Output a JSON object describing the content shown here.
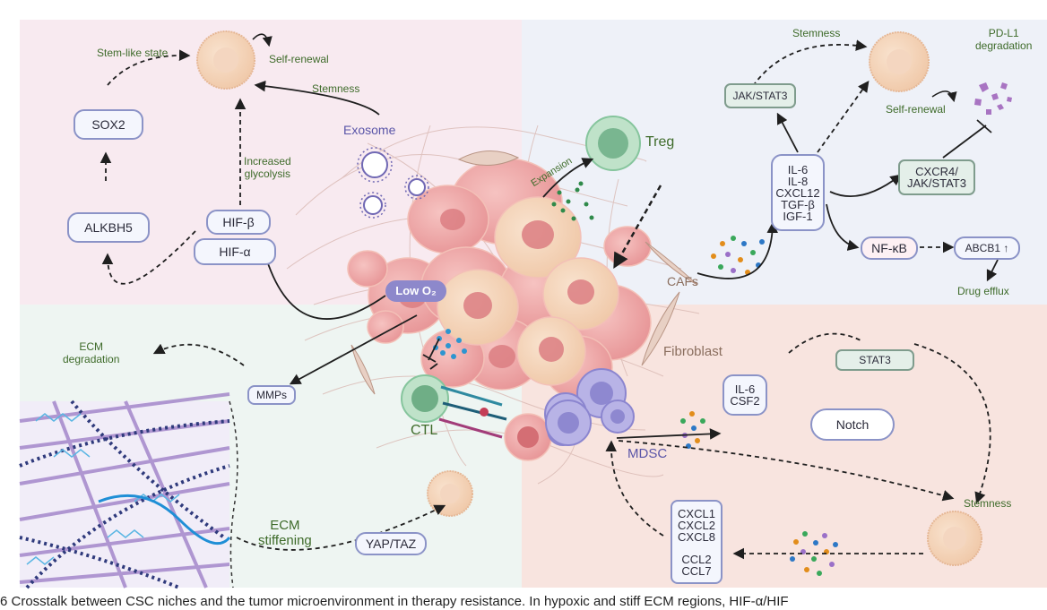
{
  "colors": {
    "region_top_left": "#f8eaf0",
    "region_top_right": "#eef1f8",
    "region_bottom_left": "#eef5f2",
    "region_bottom_right": "#f8e4df",
    "box_border": "#8b93c7",
    "label_green": "#3e6b2a",
    "cell_tan": "#f4d0b4",
    "cell_pink": "#eba2a3",
    "treg_green": "#86c59d",
    "mdsc_purple": "#9b95d8"
  },
  "diagram": {
    "top_left": {
      "stem_like_state": "Stem-like state",
      "self_renewal": "Self-renewal",
      "stemness": "Stemness",
      "sox2": "SOX2",
      "alkbh5": "ALKBH5",
      "exosome": "Exosome",
      "increased": "Increased",
      "glycolysis": "glycolysis",
      "hif_beta": "HIF-β",
      "hif_alpha": "HIF-α",
      "low_o2": "Low O₂"
    },
    "top_right": {
      "stemness": "Stemness",
      "pdl1_line1": "PD-L1",
      "pdl1_line2": "degradation",
      "jak_stat3": "JAK/STAT3",
      "self_renewal": "Self-renewal",
      "treg": "Treg",
      "expansion": "Expansion",
      "cytokines": [
        "IL-6",
        "IL-8",
        "CXCL12",
        "TGF-β",
        "IGF-1"
      ],
      "cxcr4_line1": "CXCR4/",
      "cxcr4_line2": "JAK/STAT3",
      "nfkb": "NF-κB",
      "abcb1": "ABCB1 ↑",
      "drug_efflux": "Drug efflux",
      "cafs": "CAFs"
    },
    "bottom_left": {
      "ecm_degradation_line1": "ECM",
      "ecm_degradation_line2": "degradation",
      "mmps": "MMPs",
      "ctl": "CTL",
      "ecm_stiffening_line1": "ECM",
      "ecm_stiffening_line2": "stiffening",
      "yap_taz": "YAP/TAZ"
    },
    "bottom_right": {
      "fibroblast": "Fibroblast",
      "stat3": "STAT3",
      "il6_csf2": [
        "IL-6",
        "CSF2"
      ],
      "notch": "Notch",
      "mdsc": "MDSC",
      "stemness": "Stemness",
      "chemokines_top": [
        "CXCL1",
        "CXCL2",
        "CXCL8"
      ],
      "chemokines_bottom": [
        "CCL2",
        "CCL7"
      ]
    }
  },
  "caption": "6 Crosstalk between CSC niches and the tumor microenvironment in therapy resistance. In hypoxic and stiff ECM regions, HIF-α/HIF"
}
